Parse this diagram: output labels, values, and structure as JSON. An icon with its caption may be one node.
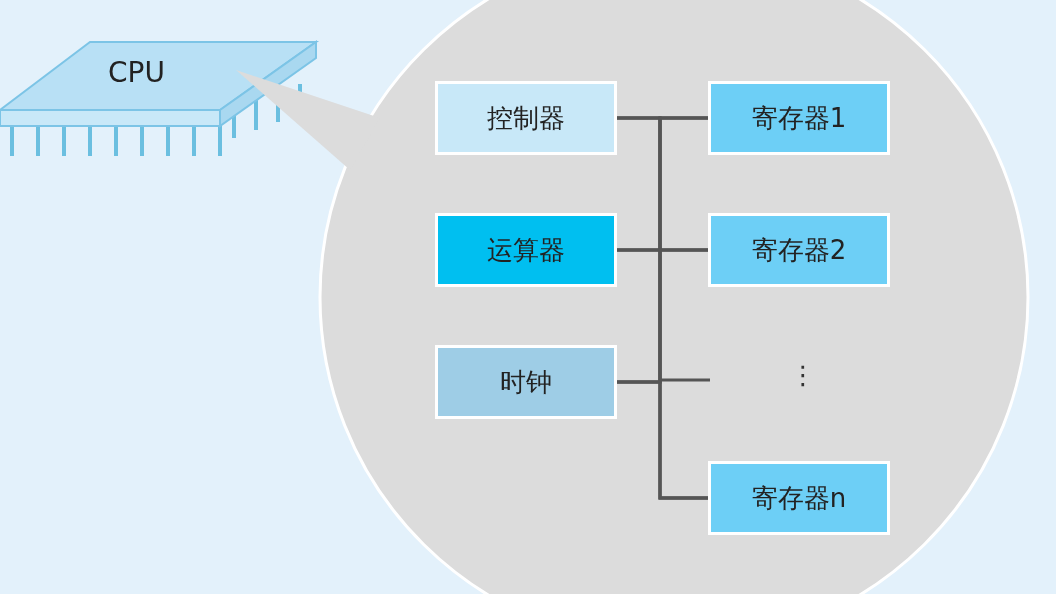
{
  "diagram": {
    "nodes": [
      {
        "text": [
          "CPU"
        ]
      },
      {
        "text": [],
        "shape": "circle"
      },
      {
        "text": [
          "控制器"
        ],
        "in": 1
      },
      {
        "text": [
          "寄存器1"
        ],
        "in": 1
      },
      {
        "text": [
          "运算器"
        ],
        "in": 1
      },
      {
        "text": [
          "寄存器2"
        ],
        "in": 1
      },
      {
        "text": [
          "时钟"
        ],
        "in": 1
      },
      {
        "text": [
          "寄存器n"
        ],
        "in": 1
      }
    ],
    "edges": [
      {
        "from": 2,
        "to": 3,
        "arrow": "none"
      },
      {
        "from": 2,
        "to": 5,
        "arrow": "none"
      },
      {
        "from": 2,
        "to": 7,
        "arrow": "none"
      },
      {
        "from": 4,
        "to": 3,
        "arrow": "none"
      },
      {
        "from": 4,
        "to": 5,
        "arrow": "none"
      },
      {
        "from": 4,
        "to": 7,
        "arrow": "none"
      },
      {
        "from": 6,
        "to": 3,
        "arrow": "none"
      },
      {
        "from": 6,
        "to": 5,
        "arrow": "none"
      },
      {
        "from": 6,
        "to": 7,
        "arrow": "none"
      }
    ],
    "labels": [
      "⋮"
    ]
  }
}
